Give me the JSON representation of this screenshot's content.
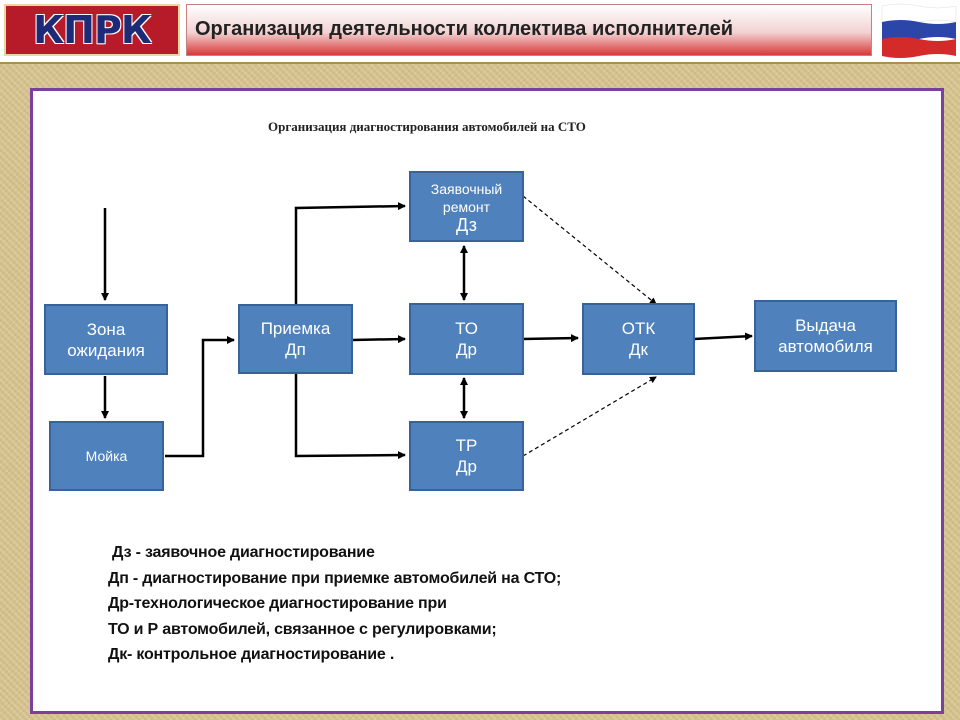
{
  "header": {
    "logo_text": "КПРК",
    "title": "Организация деятельности коллектива исполнителей"
  },
  "diagram": {
    "title": "Организация диагностирования     автомобилей на СТО",
    "nodes": {
      "zayavochny": {
        "line1": "Заявочный",
        "line2": "ремонт",
        "code": "Дз"
      },
      "zona": {
        "line1": "Зона",
        "line2": "ожидания"
      },
      "moyka": {
        "line1": "Мойка"
      },
      "priemka": {
        "line1": "Приемка",
        "line2": "Дп"
      },
      "to": {
        "line1": "ТО",
        "line2": "Др"
      },
      "tr": {
        "line1": "ТР",
        "line2": "Др"
      },
      "otk": {
        "line1": "ОТК",
        "line2": "Дк"
      },
      "vydacha": {
        "line1": "Выдача",
        "line2": "автомобиля"
      }
    }
  },
  "legend": [
    " Дз - заявочное диагностирование",
    "Дп - диагностирование при приемке автомобилей на СТО;",
    "Др-технологическое диагностирование при",
    "ТО и Р автомобилей, связанное с регулировками;",
    "Дк- контрольное диагностирование ."
  ],
  "colors": {
    "box_fill": "#4f81bd",
    "panel_border": "#7b3f9c",
    "header_accent": "#d93838"
  }
}
